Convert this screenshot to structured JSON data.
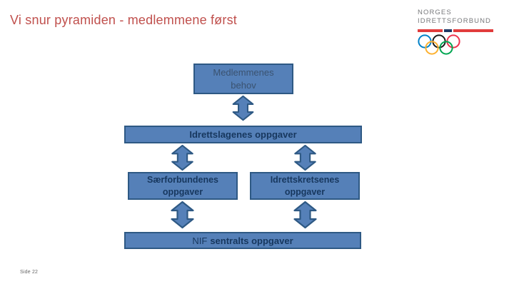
{
  "slide": {
    "title": "Vi snur pyramiden - medlemmene først",
    "footer": "Side 22"
  },
  "logo": {
    "line1": "NORGES",
    "line2": "IDRETTSFORBUND"
  },
  "diagram": {
    "top_box": {
      "line1": "Medlemmenes",
      "line2": "behov"
    },
    "clubs_box": {
      "label": "Idrettslagenes oppgaver"
    },
    "federations_box": {
      "line1": "Særforbundenes",
      "line2": "oppgaver"
    },
    "districts_box": {
      "line1": "Idrettskretsenes",
      "line2": "oppgaver"
    },
    "nif_box": {
      "prefix": "NIF",
      "label": "sentralts oppgaver"
    }
  },
  "theme": {
    "title_color": "#C0504D",
    "box_fill": "#5580B8",
    "box_border": "#2E5984",
    "box_text": "#17375E",
    "box_text_soft": "#3A5270",
    "arrow_fill": "#5580B8",
    "arrow_border": "#2E5984",
    "logo_text_color": "#77787B",
    "logo_bar_red": "#E13C3C",
    "logo_bar_navy": "#1F3864",
    "ring_blue": "#0081C8",
    "ring_black": "#1B1B1B",
    "ring_red": "#EE334E",
    "ring_yellow": "#FCB131",
    "ring_green": "#00A651",
    "footer_color": "#666666",
    "background": "#FFFFFF"
  }
}
